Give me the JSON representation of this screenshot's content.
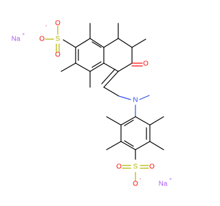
{
  "molecule": {
    "atom_labels": {
      "na": "Na",
      "s": "S",
      "o": "O",
      "n": "N"
    },
    "charges": {
      "plus": "+",
      "minus": "-"
    },
    "colors": {
      "carbon_bond": "#000000",
      "sulfur": "#b5b500",
      "oxygen": "#ff0d0d",
      "nitrogen": "#3050f8",
      "sodium": "#ab5cf2"
    }
  }
}
